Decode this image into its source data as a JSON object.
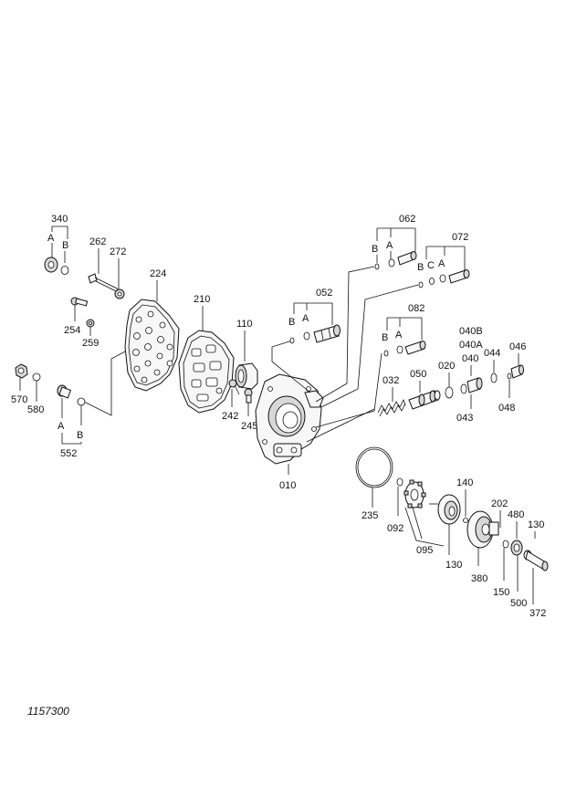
{
  "figure_number": "1157300",
  "labels": {
    "p340": "340",
    "p340A": "A",
    "p340B": "B",
    "p262": "262",
    "p272": "272",
    "p224": "224",
    "p210": "210",
    "p254": "254",
    "p259": "259",
    "p110": "110",
    "p570": "570",
    "p580": "580",
    "p552": "552",
    "p552A": "A",
    "p552B": "B",
    "p242": "242",
    "p245": "245",
    "p010": "010",
    "p062": "062",
    "p062A": "A",
    "p062B": "B",
    "p072": "072",
    "p072A": "A",
    "p072B": "B",
    "p072C": "C",
    "p052": "052",
    "p052A": "A",
    "p052B": "B",
    "p082": "082",
    "p082A": "A",
    "p082B": "B",
    "p040B": "040B",
    "p040A": "040A",
    "p040": "040",
    "p044": "044",
    "p046": "046",
    "p032": "032",
    "p050": "050",
    "p020": "020",
    "p043": "043",
    "p048": "048",
    "p235": "235",
    "p092": "092",
    "p095": "095",
    "p140": "140",
    "p202": "202",
    "p480": "480",
    "p130a": "130",
    "p130b": "130",
    "p380": "380",
    "p150": "150",
    "p500": "500",
    "p372": "372"
  }
}
